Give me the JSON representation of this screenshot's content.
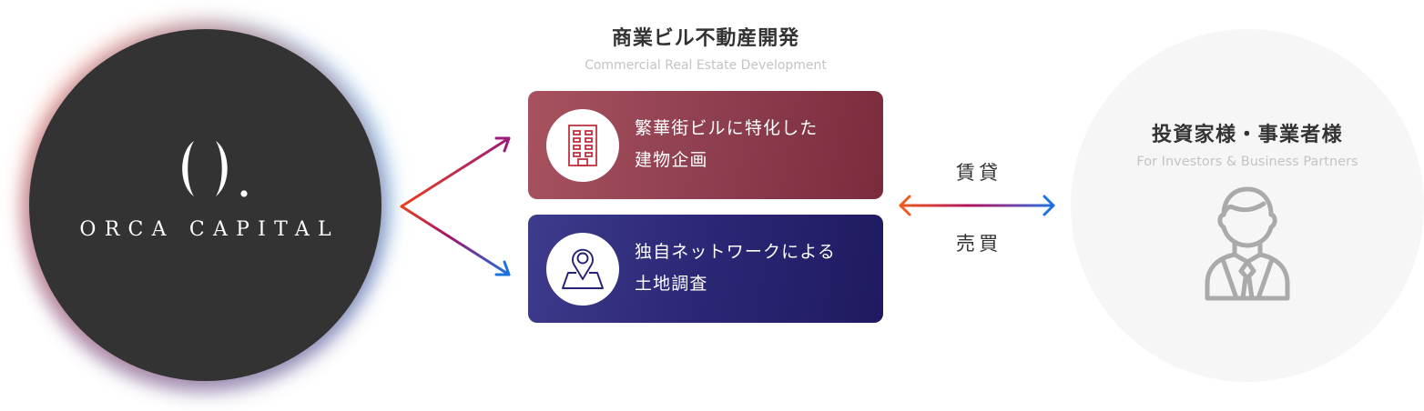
{
  "company": {
    "name": "ORCA CAPITAL",
    "logo_icon": "orca-parentheses-dot-logo",
    "fill_color": "#333333",
    "glow_colors": [
      "#f06e50",
      "#5096d7",
      "#64508c"
    ]
  },
  "branch_arrow": {
    "icon": "branch-arrow-icon",
    "gradient": [
      "#e8401c",
      "#9c1a7a",
      "#1a73e0"
    ]
  },
  "center": {
    "title": "商業ビル不動産開発",
    "subtitle": "Commercial Real Estate Development",
    "cards": [
      {
        "line1": "繁華街ビルに特化した",
        "line2": "建物企画",
        "icon": "building-icon",
        "icon_color": "#c0323f",
        "gradient": [
          "#a8525f",
          "#7a2b3c"
        ]
      },
      {
        "line1": "独自ネットワークによる",
        "line2": "土地調査",
        "icon": "map-pin-icon",
        "icon_color": "#262178",
        "gradient": [
          "#3e3b8c",
          "#1f1a60"
        ]
      }
    ]
  },
  "transaction": {
    "top_label": "賃貸",
    "bottom_label": "売買",
    "icon": "double-arrow-icon",
    "gradient": [
      "#f05a1e",
      "#b0125e",
      "#1a73e0"
    ]
  },
  "partners": {
    "title": "投資家様・事業者様",
    "subtitle": "For Investors & Business Partners",
    "icon": "businessman-icon",
    "fill_color": "#f6f6f6",
    "icon_color": "#aaaaaa"
  }
}
